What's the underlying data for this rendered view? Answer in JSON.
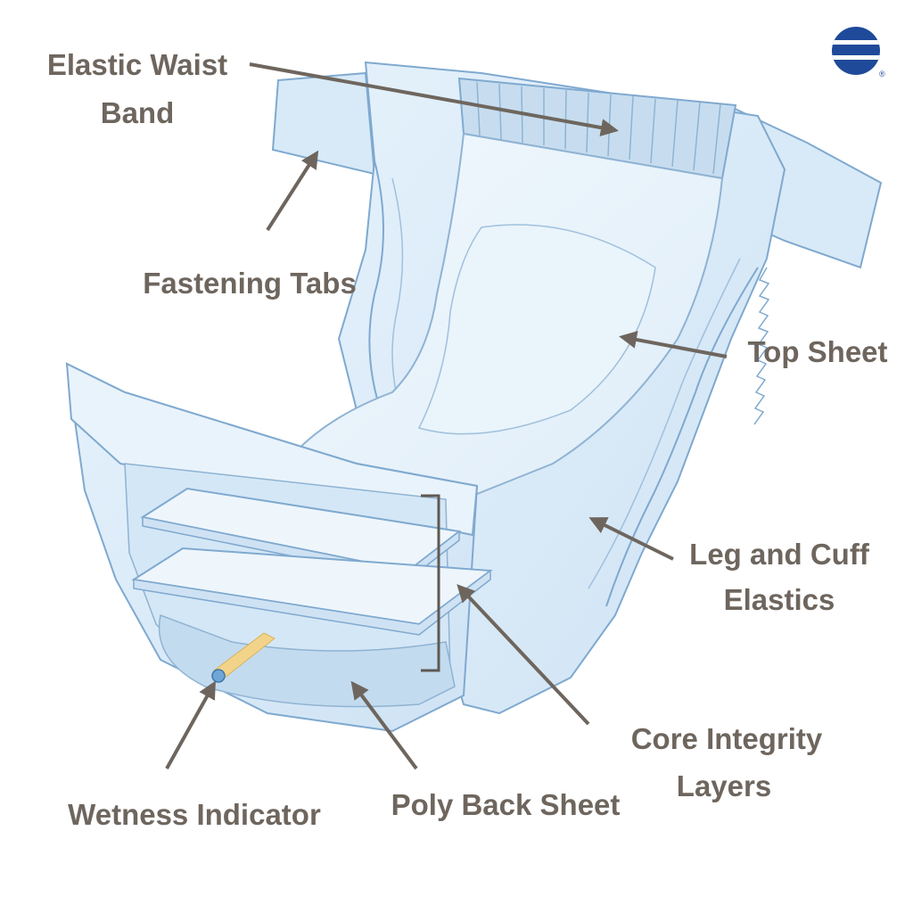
{
  "labels": {
    "waist_line1": "Elastic Waist",
    "waist_line2": "Band",
    "tabs": "Fastening Tabs",
    "top_sheet": "Top Sheet",
    "leg_line1": "Leg and Cuff",
    "leg_line2": "Elastics",
    "core_line1": "Core Integrity",
    "core_line2": "Layers",
    "back_sheet": "Poly Back Sheet",
    "wetness": "Wetness Indicator"
  },
  "logo": {
    "mark": "®",
    "color": "#1f4a9a"
  },
  "colors": {
    "label_text": "#6e665e",
    "arrow": "#6e665e",
    "diaper_fill": "#dcecf8",
    "diaper_light": "#ecf5fc",
    "diaper_stroke": "#7fa9cf",
    "indicator": "#f1d48a"
  },
  "icons": [
    "logo-icon",
    "registered-mark-icon",
    "wetness-indicator-strip-icon"
  ]
}
